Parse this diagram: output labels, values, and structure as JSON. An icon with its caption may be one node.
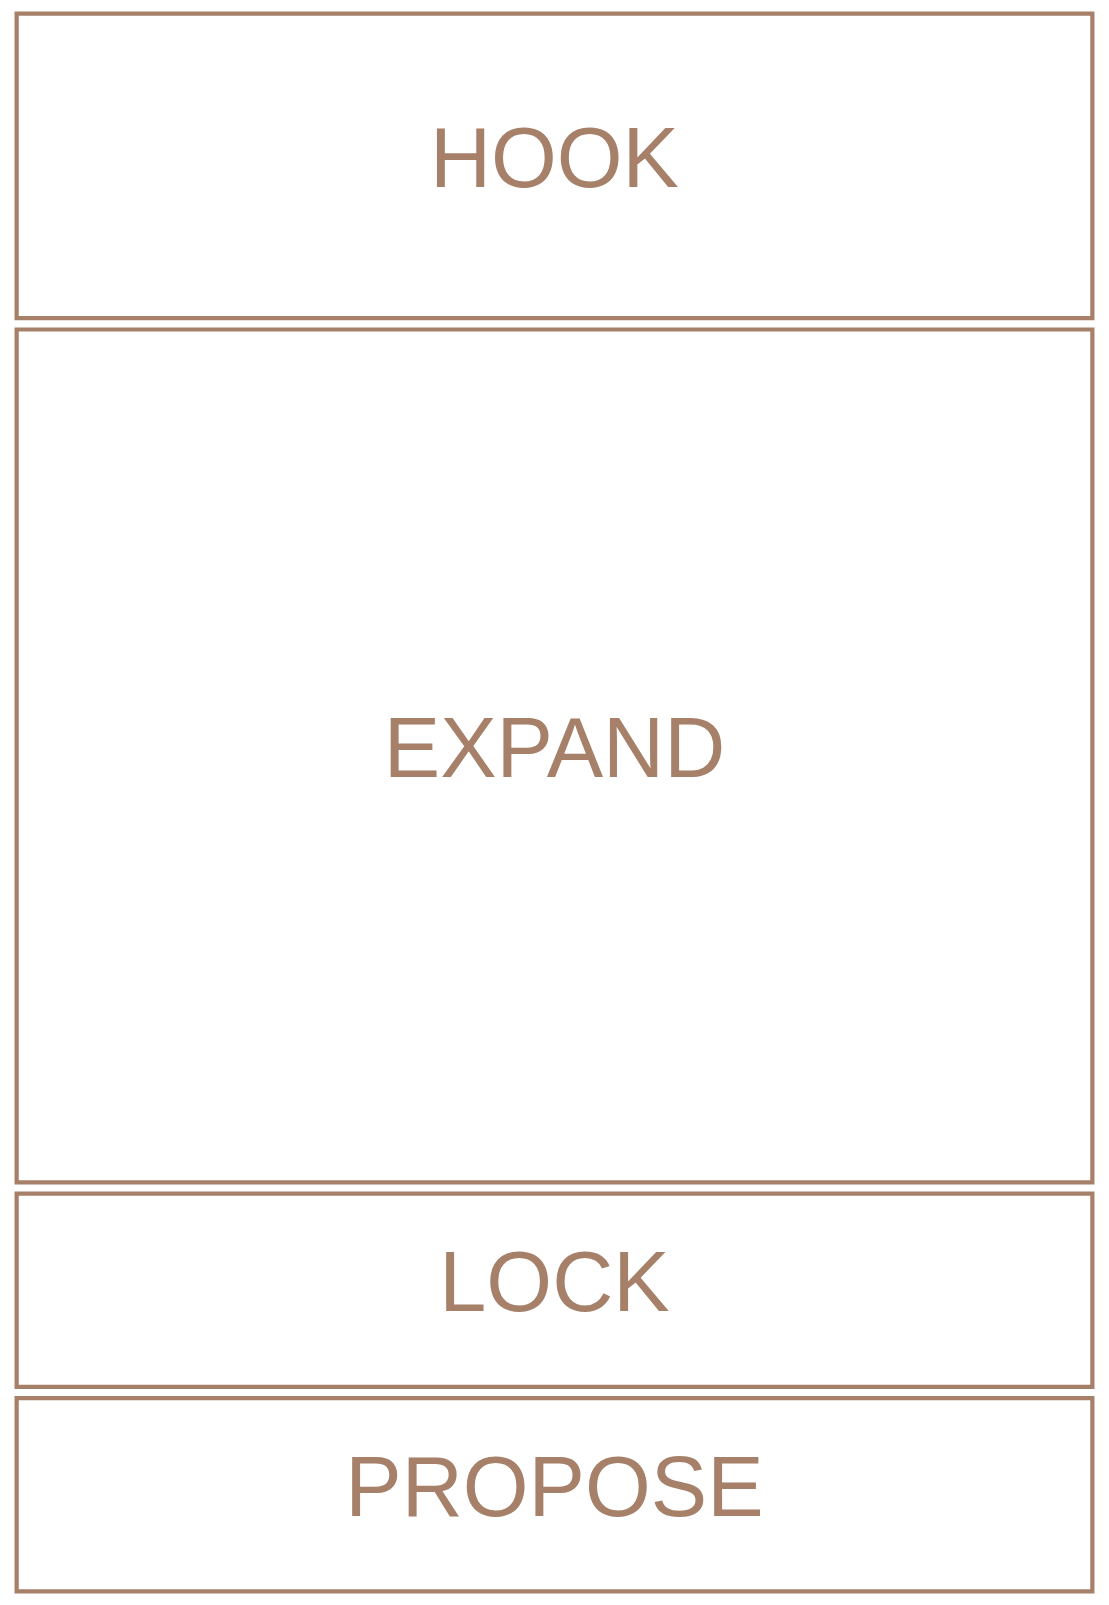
{
  "diagram": {
    "nodes": [
      {
        "text": [
          "HOOK"
        ]
      },
      {
        "text": [
          "EXPAND"
        ]
      },
      {
        "text": [
          "LOCK"
        ]
      },
      {
        "text": [
          "PROPOSE"
        ]
      }
    ]
  }
}
